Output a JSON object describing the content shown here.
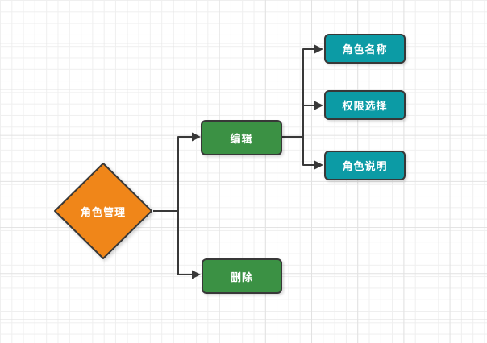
{
  "canvas": {
    "background": "#ffffff",
    "grid_minor_color": "#efefef",
    "grid_major_color": "#e2e2e2"
  },
  "colors": {
    "node_border": "#383838",
    "edge_line": "#383838",
    "label_text": "#ffffff",
    "orange": "#F08619",
    "green": "#3B9144",
    "teal": "#0C9BA5"
  },
  "nodes": [
    {
      "id": "role-management",
      "label": "角色管理",
      "shape": "diamond",
      "color": "#F08619"
    },
    {
      "id": "edit",
      "label": "编辑",
      "shape": "rect",
      "color": "#3B9144"
    },
    {
      "id": "delete",
      "label": "删除",
      "shape": "rect",
      "color": "#3B9144"
    },
    {
      "id": "role-name",
      "label": "角色名称",
      "shape": "rect",
      "color": "#0C9BA5"
    },
    {
      "id": "permission-select",
      "label": "权限选择",
      "shape": "rect",
      "color": "#0C9BA5"
    },
    {
      "id": "role-description",
      "label": "角色说明",
      "shape": "rect",
      "color": "#0C9BA5"
    }
  ],
  "edges": [
    {
      "from": "role-management",
      "to": "edit"
    },
    {
      "from": "role-management",
      "to": "delete"
    },
    {
      "from": "edit",
      "to": "role-name"
    },
    {
      "from": "edit",
      "to": "permission-select"
    },
    {
      "from": "edit",
      "to": "role-description"
    }
  ]
}
